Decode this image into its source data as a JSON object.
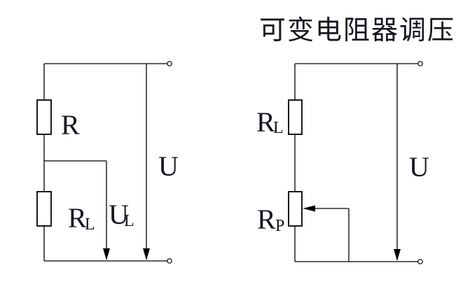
{
  "title": "可变电阻器调压",
  "colors": {
    "wire": "#000000",
    "text": "#15151f",
    "background": "#ffffff"
  },
  "left_circuit": {
    "series_resistor_label": "R",
    "load_resistor_label": "R",
    "load_resistor_subscript": "L",
    "load_voltage_label": "U",
    "load_voltage_subscript": "L",
    "supply_voltage_label": "U"
  },
  "right_circuit": {
    "load_resistor_label": "R",
    "load_resistor_subscript": "L",
    "potentiometer_label": "R",
    "potentiometer_subscript": "P",
    "supply_voltage_label": "U"
  }
}
